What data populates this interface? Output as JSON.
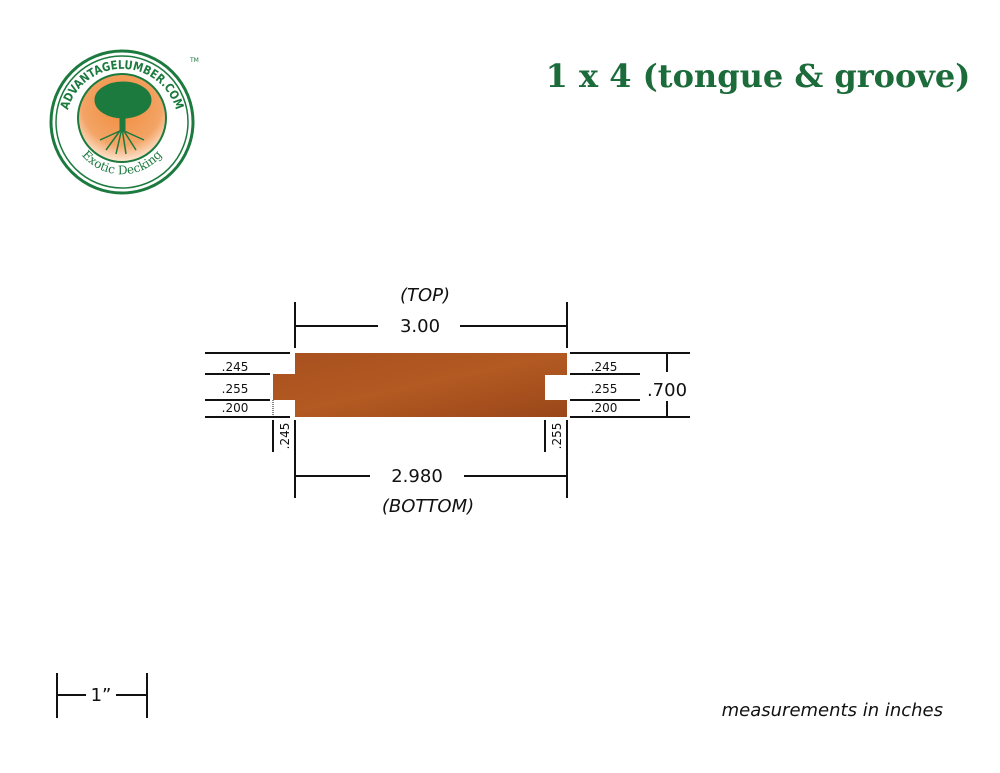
{
  "logo": {
    "brand": "ADVANTAGELUMBER.COM",
    "tagline": "Exotic Decking",
    "trademark": "TM",
    "colors": {
      "green": "#1c7a3e",
      "orange": "#e9843a"
    }
  },
  "title": "1 x 4 (tongue & groove)",
  "diagram": {
    "top_label": "(TOP)",
    "top_width": "3.00",
    "bottom_label": "(BOTTOM)",
    "bottom_width": "2.980",
    "left_dims": [
      ".245",
      ".255",
      ".200"
    ],
    "right_dims": [
      ".245",
      ".255",
      ".200"
    ],
    "thickness": ".700",
    "tongue_depth": ".245",
    "groove_depth": ".255",
    "wood_color": "#a24a1c"
  },
  "scale": {
    "label": "1”"
  },
  "footnote": "measurements in inches"
}
